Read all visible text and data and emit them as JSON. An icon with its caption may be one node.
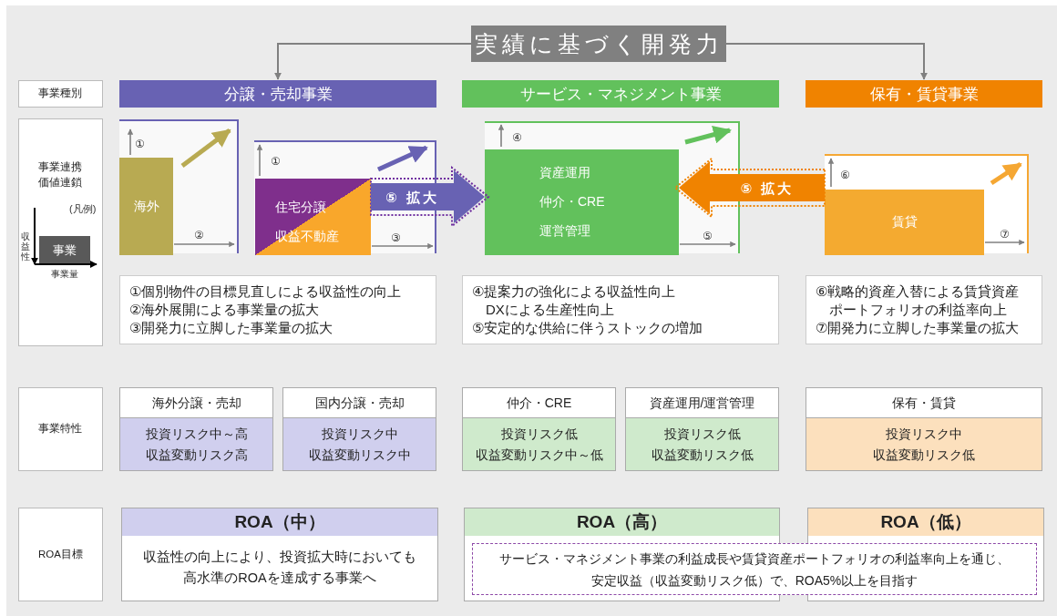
{
  "diagram": {
    "nodes": [
      {
        "text": [
          "実績に基づく開発力"
        ]
      },
      {
        "text": [
          "事業種別"
        ]
      },
      {
        "text": [
          "分譲・売却事業"
        ]
      },
      {
        "text": [
          "サービス・マネジメント事業"
        ]
      },
      {
        "text": [
          "保有・賃貸事業"
        ]
      },
      {
        "text": [
          "事業連携価値連鎖"
        ]
      },
      {
        "text": [
          "事業"
        ],
        "in": 5
      },
      {
        "text": [],
        "shape": "box"
      },
      {
        "text": [
          "海外"
        ],
        "in": 7
      },
      {
        "text": [],
        "shape": "box"
      },
      {
        "text": [
          "住宅分譲",
          "収益不動産"
        ],
        "in": 9
      },
      {
        "text": [],
        "shape": "box"
      },
      {
        "text": [
          "資産運用",
          "仲介・CRE",
          "運営管理"
        ],
        "in": 11
      },
      {
        "text": [],
        "shape": "box"
      },
      {
        "text": [
          "賃貸"
        ],
        "in": 13
      },
      {
        "text": [
          "①個別物件の目標見直しによる収益性の向上",
          "②海外展開による事業量の拡大",
          "③開発力に立脚した事業量の拡大"
        ]
      },
      {
        "text": [
          "④提案力の強化による収益性向上",
          "DXによる生産性向上",
          "⑤安定的な供給に伴うストックの増加"
        ]
      },
      {
        "text": [
          "⑥戦略的資産入替による賃貸資産ポートフォリオの利益率向上",
          "⑦開発力に立脚した事業量の拡大"
        ]
      },
      {
        "text": [
          "事業特性"
        ]
      },
      {
        "text": [
          "海外分譲・売却",
          "投資リスク中～高",
          "収益変動リスク高"
        ]
      },
      {
        "text": [
          "国内分譲・売却",
          "投資リスク中",
          "収益変動リスク中"
        ]
      },
      {
        "text": [
          "仲介・CRE",
          "投資リスク低",
          "収益変動リスク中～低"
        ]
      },
      {
        "text": [
          "資産運用/運営管理",
          "投資リスク低",
          "収益変動リスク低"
        ]
      },
      {
        "text": [
          "保有・賃貸",
          "投資リスク中",
          "収益変動リスク低"
        ]
      },
      {
        "text": [
          "ROA目標"
        ]
      },
      {
        "text": [
          "ROA（中）",
          "収益性の向上により、投資拡大時においても高水準のROAを達成する事業へ"
        ]
      },
      {
        "text": [
          "ROA（高）"
        ]
      },
      {
        "text": [
          "ROA（低）"
        ]
      },
      {
        "text": [
          "サービス・マネジメント事業の利益成長や賃貸資産ポートフォリオの利益率向上を通じ、安定収益（収益変動リスク低）で、ROA5%以上を目指す"
        ]
      }
    ],
    "edges": [
      {
        "from": 0,
        "to": 2,
        "arrow": "to"
      },
      {
        "from": 0,
        "to": 4,
        "arrow": "to"
      },
      {
        "from": 10,
        "to": 12,
        "arrow": "to",
        "label": "⑤ 拡大",
        "style": "thick",
        "color": "#6862b3"
      },
      {
        "from": 14,
        "to": 12,
        "arrow": "to",
        "label": "⑤ 拡大",
        "style": "thick",
        "color": "#f08300"
      },
      {
        "from": 8,
        "to": null,
        "arrow": "to",
        "label": "①"
      },
      {
        "from": 8,
        "to": null,
        "arrow": "to",
        "label": "②"
      },
      {
        "from": 10,
        "to": null,
        "arrow": "to",
        "label": "①"
      },
      {
        "from": 10,
        "to": null,
        "arrow": "to",
        "label": "③"
      },
      {
        "from": 12,
        "to": null,
        "arrow": "to",
        "label": "④"
      },
      {
        "from": 12,
        "to": null,
        "arrow": "to",
        "label": "⑤"
      },
      {
        "from": 14,
        "to": null,
        "arrow": "to",
        "label": "⑥"
      },
      {
        "from": 14,
        "to": null,
        "arrow": "to",
        "label": "⑦"
      }
    ],
    "labels": [
      "(凡例)",
      "収益性",
      "事業量"
    ]
  }
}
